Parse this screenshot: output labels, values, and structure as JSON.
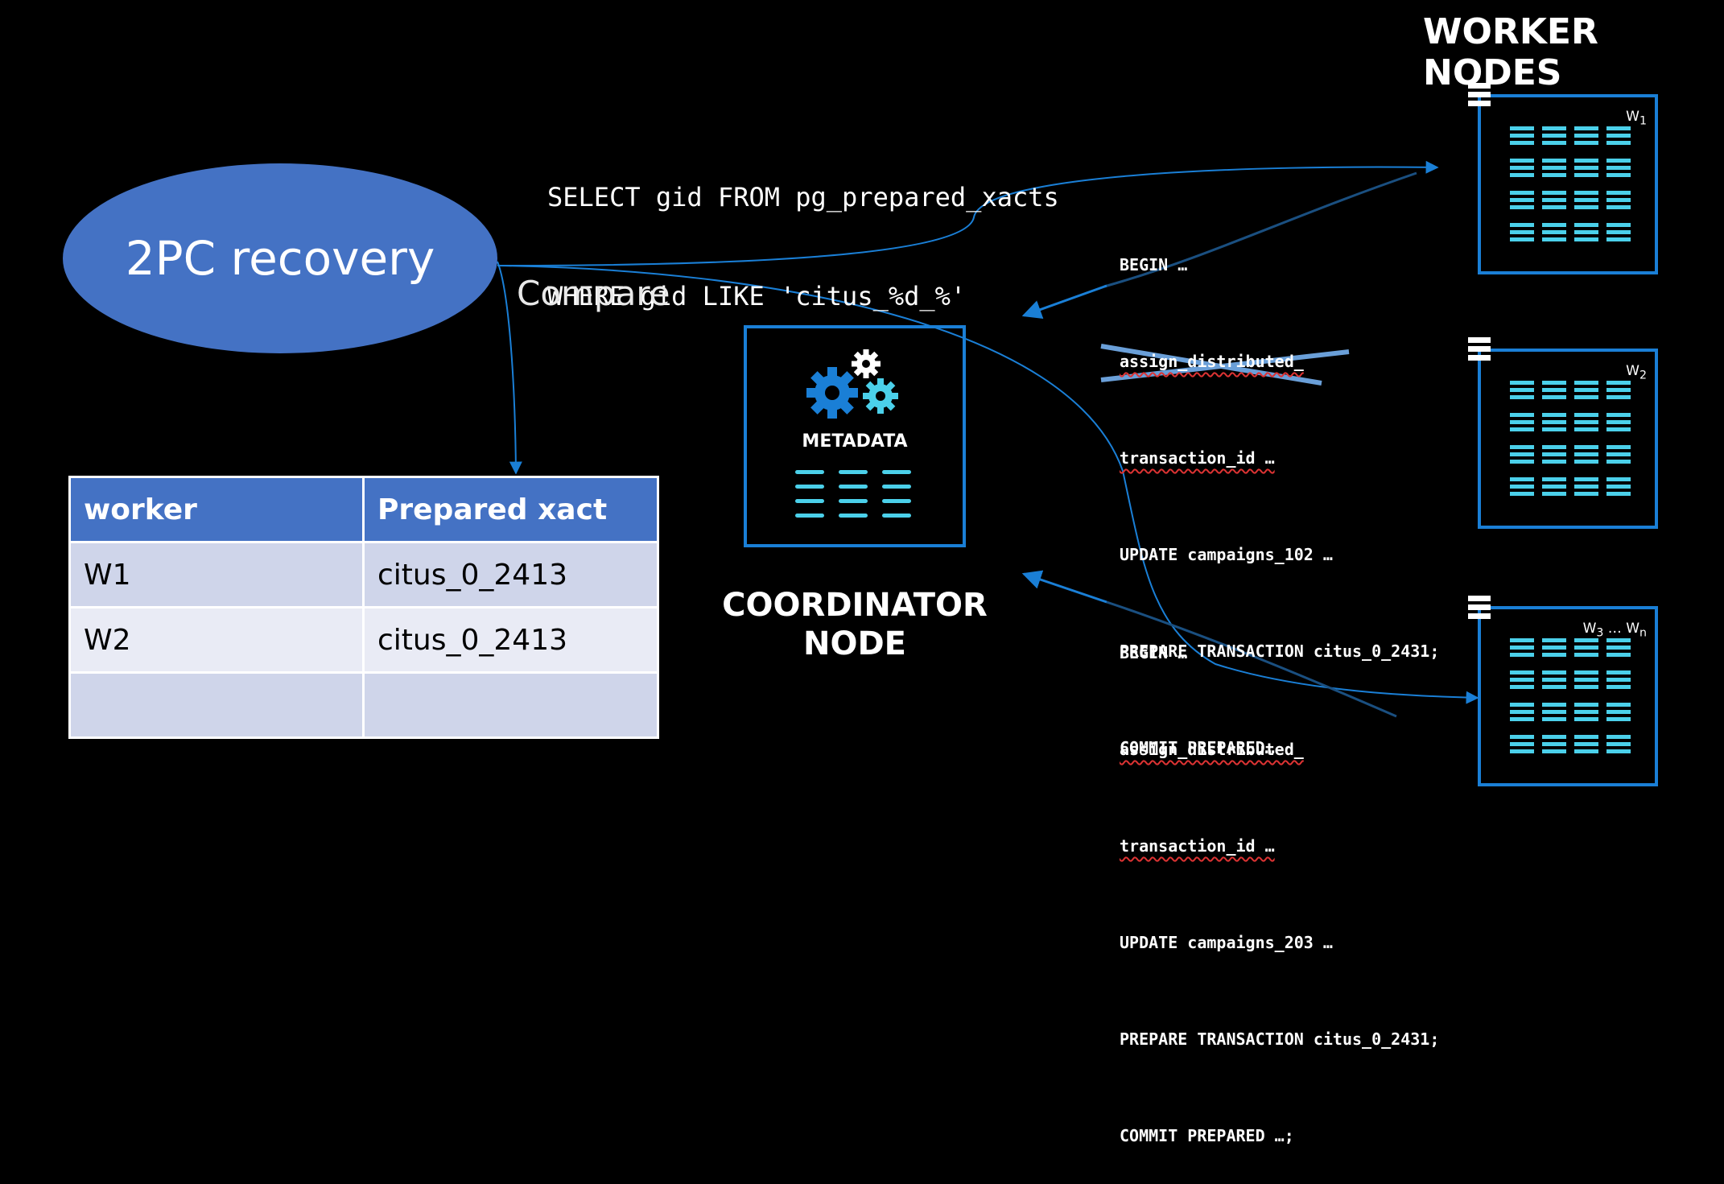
{
  "title": "WORKER NODES",
  "sql_query": [
    "SELECT gid FROM pg_prepared_xacts",
    "WHERE gid LIKE 'citus_%d_%'"
  ],
  "recovery_label": "2PC recovery",
  "compare_label": "Compare",
  "coordinator": {
    "metadata_label": "METADATA",
    "node_label_line1": "COORDINATOR",
    "node_label_line2": "NODE"
  },
  "table": {
    "headers": [
      "worker",
      "Prepared xact"
    ],
    "rows": [
      [
        "W1",
        "citus_0_2413"
      ],
      [
        "W2",
        "citus_0_2413"
      ],
      [
        "",
        ""
      ]
    ]
  },
  "tx_upper": [
    "BEGIN …",
    "assign_distributed_",
    "transaction_id …",
    "UPDATE campaigns_102 …",
    "PREPARE TRANSACTION citus_0_2431;",
    "COMMIT PREPARED…"
  ],
  "tx_lower": [
    "BEGIN …",
    "assign_distributed_",
    "transaction_id …",
    "UPDATE campaigns_203 …",
    "PREPARE TRANSACTION citus_0_2431;",
    "COMMIT PREPARED …;"
  ],
  "workers": [
    {
      "label": "W",
      "sub": "1"
    },
    {
      "label": "W",
      "sub": "2"
    },
    {
      "label": "W",
      "sub": "3",
      "mid": " … W",
      "sub2": "n"
    }
  ],
  "colors": {
    "accent": "#1a7fd6",
    "ellipse": "#4472c4",
    "cyan": "#4bd0ea",
    "cross": "#6a9fd8"
  }
}
